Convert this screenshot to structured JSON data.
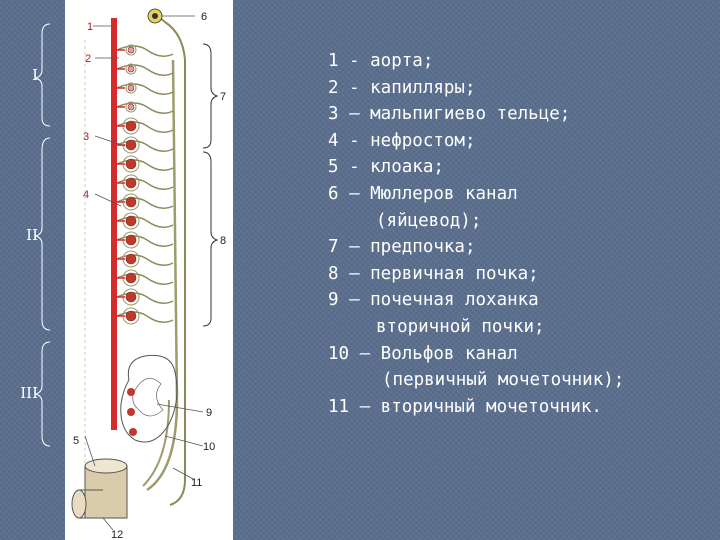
{
  "sections": [
    "I",
    "II",
    "III"
  ],
  "figure_callouts": [
    "1",
    "2",
    "3",
    "4",
    "5",
    "6",
    "7",
    "8",
    "9",
    "10",
    "11",
    "12"
  ],
  "legend": [
    {
      "text": "1 - аорта;",
      "cont": ""
    },
    {
      "text": "2 - капилляры;",
      "cont": ""
    },
    {
      "text": "3 – мальпигиево тельце;",
      "cont": ""
    },
    {
      "text": "4 - нефростом;",
      "cont": ""
    },
    {
      "text": "5 - клоака;",
      "cont": ""
    },
    {
      "text": "6 – Мюллеров канал",
      "cont": "(яйцевод);"
    },
    {
      "text": "7 – предпочка;",
      "cont": ""
    },
    {
      "text": "8 – первичная почка;",
      "cont": ""
    },
    {
      "text": "9 – почечная лоханка",
      "cont": "вторичной почки;"
    },
    {
      "text": "10 – Вольфов канал",
      "cont": "(первичный мочеточник);"
    },
    {
      "text": "11 – вторичный мочеточник.",
      "cont": ""
    }
  ],
  "colors": {
    "background": "#5a6f8e",
    "aorta": "#d62b2b",
    "duct": "#8a8a5a",
    "text": "#ffffff"
  }
}
